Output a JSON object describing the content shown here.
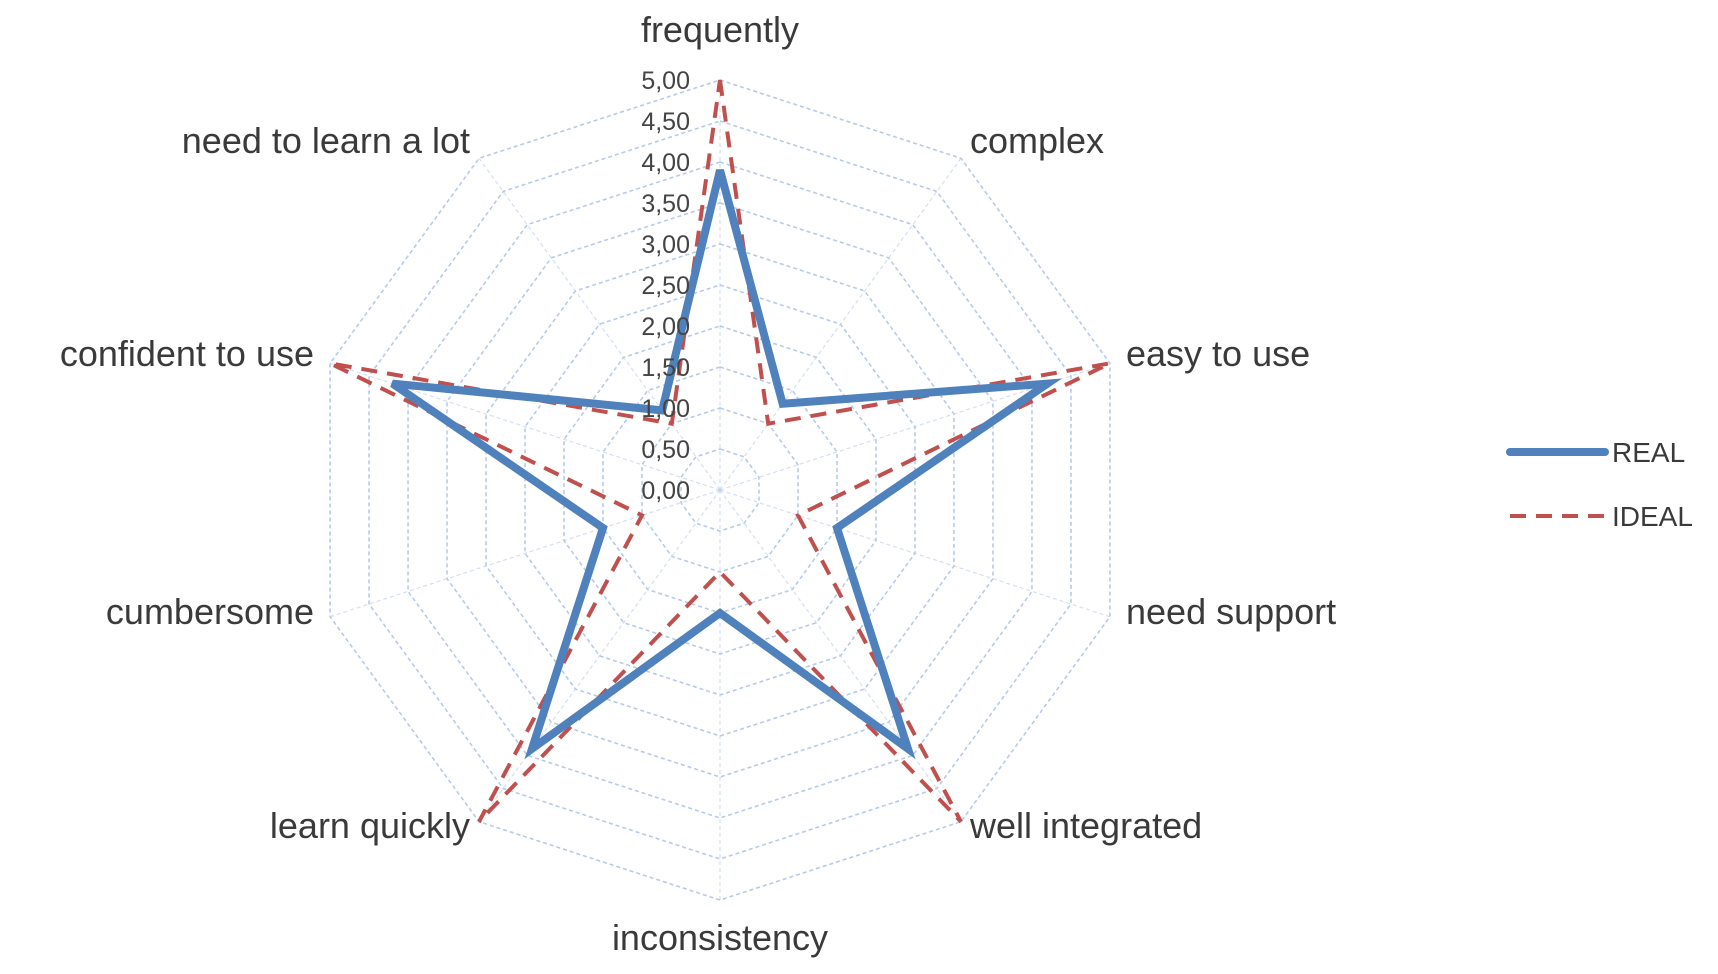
{
  "chart_data": {
    "type": "radar",
    "categories": [
      "frequently",
      "complex",
      "easy to use",
      "need support",
      "well integrated",
      "inconsistency",
      "learn quickly",
      "cumbersome",
      "confident to use",
      "need to learn a lot"
    ],
    "series": [
      {
        "name": "REAL",
        "color": "#4F81BD",
        "style": "solid",
        "values": [
          3.9,
          1.3,
          4.2,
          1.5,
          3.9,
          1.5,
          3.9,
          1.5,
          4.2,
          1.2
        ]
      },
      {
        "name": "IDEAL",
        "color": "#C0504D",
        "style": "dashed",
        "values": [
          5.0,
          1.0,
          5.0,
          1.0,
          5.0,
          1.0,
          5.0,
          1.0,
          5.0,
          1.0
        ]
      }
    ],
    "rlim": [
      0,
      5
    ],
    "ticks": [
      "0,00",
      "0,50",
      "1,00",
      "1,50",
      "2,00",
      "2,50",
      "3,00",
      "3,50",
      "4,00",
      "4,50",
      "5,00"
    ],
    "grid": true,
    "grid_color": "#B7CBE8",
    "legend": "right"
  }
}
